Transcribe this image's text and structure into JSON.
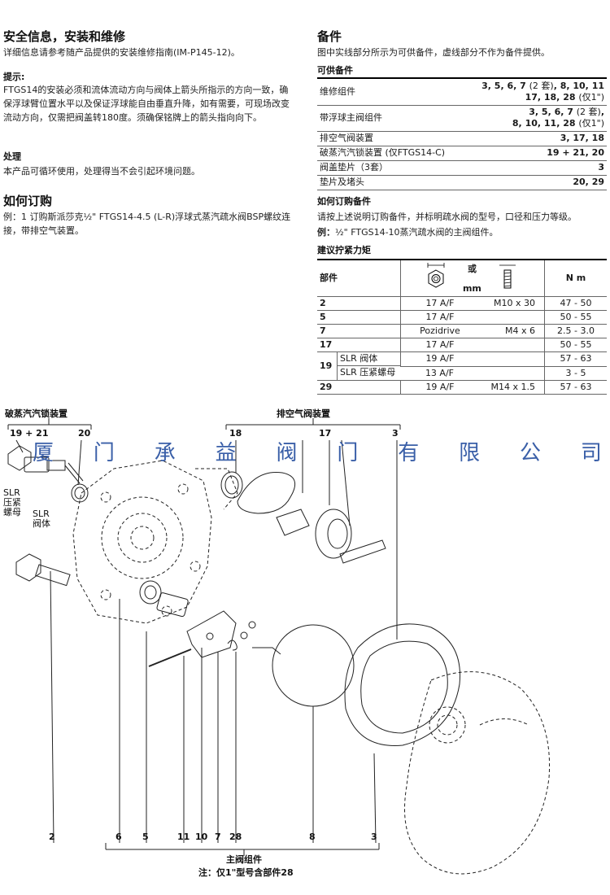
{
  "left": {
    "safety_title": "安全信息，安装和维修",
    "safety_text": "详细信息请参考随产品提供的安装维修指南(IM-P145-12)。",
    "note_title": "提示:",
    "note_text": "FTGS14的安装必须和流体流动方向与阀体上箭头所指示的方向一致，确保浮球臂位置水平以及保证浮球能自由垂直升降，如有需要，可现场改变流动方向，仅需把阀盖转180度。须确保铭牌上的箭头指向向下。",
    "disposal_title": "处理",
    "disposal_text": "本产品可循环使用，处理得当不会引起环境问题。",
    "order_title": "如何订购",
    "order_text": "例：1 订购斯派莎克½\" FTGS14-4.5 (L-R)浮球式蒸汽疏水阀BSP螺纹连接，带排空气装置。"
  },
  "right": {
    "spares_title": "备件",
    "spares_intro": "图中实线部分所示为可供备件，虚线部分不作为备件提供。",
    "available_title": "可供备件",
    "spares": [
      {
        "name": "维修组件",
        "line1_a": "3, 5, 6, 7 ",
        "line1_b": "(2 套)",
        "line1_c": ", 8, 10, 11",
        "line2_a": "17, 18, 28 ",
        "line2_b": "(仅1\")"
      },
      {
        "name": "带浮球主阀组件",
        "line1_a": "3, 5, 6, 7 ",
        "line1_b": "(2 套)",
        "line1_c": ",",
        "line2_a": "8, 10, 11, 28 ",
        "line2_b": "(仅1\")"
      },
      {
        "name": "排空气阀装置",
        "value": "3, 17, 18"
      },
      {
        "name": "破蒸汽汽锁装置 (仅FTGS14-C)",
        "value": "19 + 21, 20"
      },
      {
        "name": "阀盖垫片（3套）",
        "value": "3"
      },
      {
        "name": "垫片及堵头",
        "value": "20, 29"
      }
    ],
    "howto_title": "如何订购备件",
    "howto_text": "请按上述说明订购备件，并标明疏水阀的型号，口径和压力等级。",
    "example_label": "例：",
    "example_text": "½\" FTGS14-10蒸汽疏水阀的主阀组件。",
    "torque_title": "建议拧紧力矩",
    "torque_head": {
      "part": "部件",
      "or": "或",
      "mm": "mm",
      "nm": "N m"
    },
    "torque_rows": [
      {
        "part": "2",
        "sub": "",
        "af": "17 A/F",
        "size": "M10 x 30",
        "nm": "47 - 50"
      },
      {
        "part": "5",
        "sub": "",
        "af": "17 A/F",
        "size": "",
        "nm": "50 - 55"
      },
      {
        "part": "7",
        "sub": "",
        "af": "Pozidrive",
        "size": "M4 x 6",
        "nm": "2.5 - 3.0"
      },
      {
        "part": "17",
        "sub": "",
        "af": "17 A/F",
        "size": "",
        "nm": "50 - 55"
      },
      {
        "part": "19",
        "sub": "SLR 阀体",
        "af": "19 A/F",
        "size": "",
        "nm": "57 - 63"
      },
      {
        "part": "",
        "sub": "SLR 压紧螺母",
        "af": "13 A/F",
        "size": "",
        "nm": "3 - 5"
      },
      {
        "part": "29",
        "sub": "",
        "af": "19 A/F",
        "size": "M14 x 1.5",
        "nm": "57 - 63"
      }
    ]
  },
  "diagram": {
    "group_lock": "破蒸汽汽锁装置",
    "group_lock_nums": [
      "19 + 21",
      "20"
    ],
    "group_air": "排空气阀装置",
    "group_air_nums": [
      "18",
      "17",
      "3"
    ],
    "slr_nut": [
      "SLR",
      "压紧",
      "螺母"
    ],
    "slr_body": [
      "SLR",
      "阀体"
    ],
    "bottom_nums": [
      "2",
      "6",
      "5",
      "11",
      "10",
      "7",
      "28",
      "8",
      "3"
    ],
    "main_assembly": "主阀组件",
    "note": "注：仅1\"型号含部件28",
    "watermark": [
      "厦",
      "门",
      "承",
      "益",
      "阀",
      "门",
      "有",
      "限",
      "公",
      "司"
    ]
  },
  "colors": {
    "watermark": "#3a5fa8",
    "line": "#222222"
  }
}
